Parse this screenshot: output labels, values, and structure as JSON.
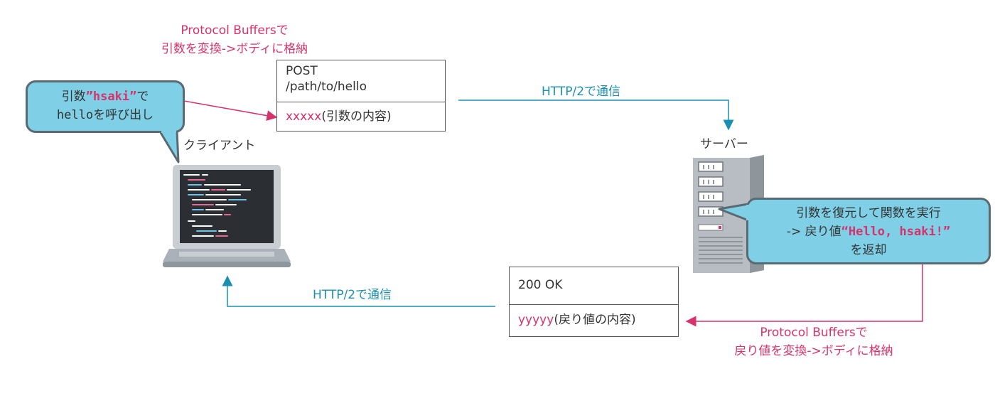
{
  "top_protocol_label": {
    "line1": "Protocol Buffersで",
    "line2": "引数を変換->ボディに格納"
  },
  "request_box": {
    "method": "POST",
    "path": "/path/to/hello",
    "body_value": "xxxxx",
    "body_desc": "(引数の内容)"
  },
  "client_bubble": {
    "line1_prefix": "引数",
    "line1_code": "”hsaki”",
    "line1_suffix": "で",
    "line2_code": "hello",
    "line2_suffix": "を呼び出し"
  },
  "client_label": "クライアント",
  "top_http_label": "HTTP/2で通信",
  "server_label": "サーバー",
  "server_bubble": {
    "line1": "引数を復元して関数を実行",
    "line2_prefix": "-> 戻り値",
    "line2_code": "“Hello, hsaki!”",
    "line3": "を返却"
  },
  "response_box": {
    "status": "200 OK",
    "body_value": "yyyyy",
    "body_desc": "(戻り値の内容)"
  },
  "bottom_http_label": "HTTP/2で通信",
  "bottom_protocol_label": {
    "line1": "Protocol Buffersで",
    "line2": "戻り値を変換->ボディに格納"
  },
  "colors": {
    "pink": "#d6336c",
    "teal": "#1b8fb0",
    "bubble": "#7fd0e6"
  }
}
